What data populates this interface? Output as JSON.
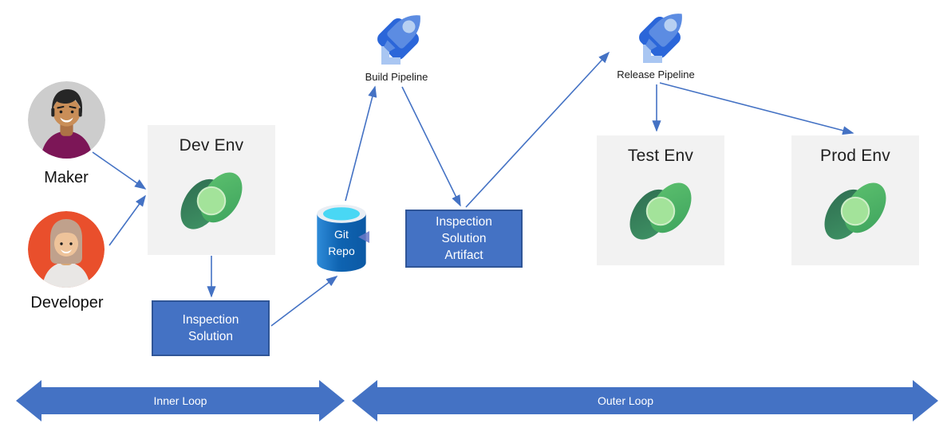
{
  "colors": {
    "accent_blue": "#4472C4",
    "box_border": "#2F5597",
    "env_box_bg": "#F2F2F2",
    "connector": "#4472C4",
    "repo_cyan": "#49D7F4",
    "dataverse_dark_green": "#2F6E51",
    "dataverse_light_green": "#52B768",
    "rocket_blue": "#5C8CE2"
  },
  "actors": {
    "maker": {
      "label": "Maker"
    },
    "developer": {
      "label": "Developer"
    }
  },
  "environments": {
    "dev": {
      "title": "Dev Env"
    },
    "test": {
      "title": "Test Env"
    },
    "prod": {
      "title": "Prod Env"
    }
  },
  "pipelines": {
    "build": {
      "label": "Build Pipeline"
    },
    "release": {
      "label": "Release Pipeline"
    }
  },
  "boxes": {
    "inspection_solution": {
      "line1": "Inspection",
      "line2": "Solution"
    },
    "inspection_solution_artifact": {
      "line1": "Inspection",
      "line2": "Solution",
      "line3": "Artifact"
    }
  },
  "repo": {
    "line1": "Git",
    "line2": "Repo"
  },
  "loops": {
    "inner": {
      "label": "Inner Loop"
    },
    "outer": {
      "label": "Outer Loop"
    }
  }
}
